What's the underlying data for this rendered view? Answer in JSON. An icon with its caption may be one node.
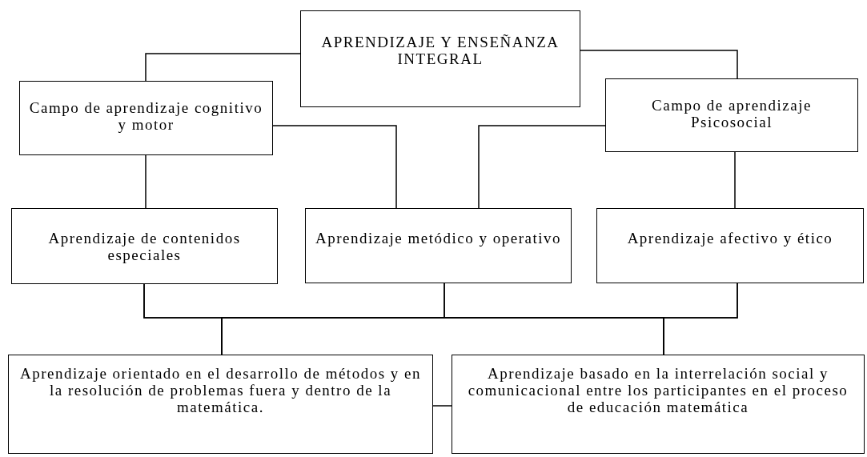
{
  "diagram": {
    "nodes": [
      {
        "text": [
          "APRENDIZAJE Y ENSEÑANZA INTEGRAL"
        ]
      },
      {
        "text": [
          "Campo de aprendizaje cognitivo y motor"
        ]
      },
      {
        "text": [
          "Campo de aprendizaje Psicosocial"
        ]
      },
      {
        "text": [
          "Aprendizaje de contenidos especiales"
        ]
      },
      {
        "text": [
          "Aprendizaje metódico y operativo"
        ]
      },
      {
        "text": [
          "Aprendizaje afectivo y ético"
        ]
      },
      {
        "text": [
          "Aprendizaje orientado en el desarrollo de métodos y en la resolución de problemas fuera y dentro de la matemática."
        ]
      },
      {
        "text": [
          "Aprendizaje basado en la interrelación social y comunicacional entre los participantes en el proceso de educación matemática"
        ]
      }
    ],
    "edges": [
      {
        "from": 0,
        "to": 1,
        "arrow": "none"
      },
      {
        "from": 0,
        "to": 2,
        "arrow": "none"
      },
      {
        "from": 1,
        "to": 3,
        "arrow": "none"
      },
      {
        "from": 1,
        "to": 4,
        "arrow": "none"
      },
      {
        "from": 2,
        "to": 4,
        "arrow": "none"
      },
      {
        "from": 2,
        "to": 5,
        "arrow": "none"
      },
      {
        "from": 3,
        "to": 6,
        "arrow": "none"
      },
      {
        "from": 3,
        "to": 7,
        "arrow": "none"
      },
      {
        "from": 4,
        "to": 6,
        "arrow": "none"
      },
      {
        "from": 4,
        "to": 7,
        "arrow": "none"
      },
      {
        "from": 5,
        "to": 6,
        "arrow": "none"
      },
      {
        "from": 5,
        "to": 7,
        "arrow": "none"
      },
      {
        "from": 6,
        "to": 7,
        "arrow": "none"
      }
    ]
  }
}
